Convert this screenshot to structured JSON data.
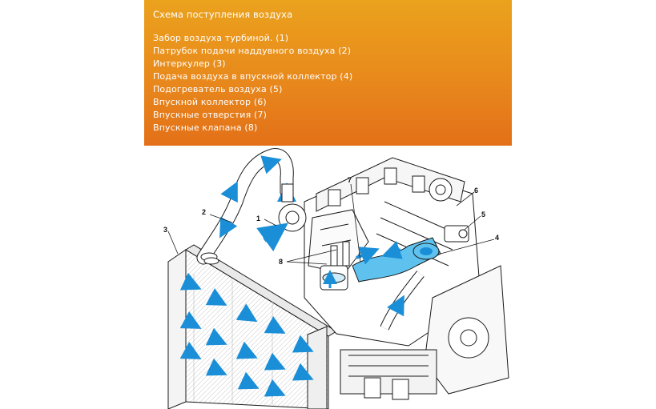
{
  "header": {
    "title": "Схема поступления воздуха",
    "legend": [
      "Забор воздуха турбиной. (1)",
      "Патрубок подачи наддувного воздуха (2)",
      "Интеркулер (3)",
      "Подача воздуха в впускной коллектор (4)",
      "Подогреватель воздуха (5)",
      "Впускной коллектор (6)",
      "Впускные отверстия (7)",
      "Впускные клапана (8)"
    ]
  },
  "diagram": {
    "callouts": [
      "1",
      "2",
      "3",
      "4",
      "5",
      "6",
      "7",
      "8"
    ],
    "colors": {
      "air_arrow": "#1a8fd8",
      "air_fill": "#5fc2ee",
      "line": "#1a1a1a",
      "header_top": "#eba21d",
      "header_bottom": "#e37018"
    }
  }
}
